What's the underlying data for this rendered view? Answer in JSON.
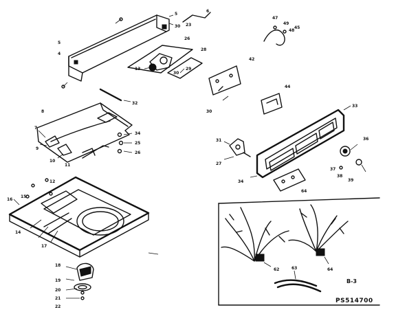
{
  "drawing_number": "PS514700",
  "inset_label": "B-3",
  "callouts": {
    "c5a": "5",
    "c30a": "30",
    "c6": "6",
    "c5b": "5",
    "c4": "4",
    "c23": "23",
    "c26": "26",
    "c28": "28",
    "c13": "13",
    "c29": "29",
    "c30b": "30",
    "c47": "47",
    "c49": "49",
    "c48": "48",
    "c45": "45",
    "c42": "42",
    "c30c": "30",
    "c44": "44",
    "c33": "33",
    "c32": "32",
    "c34a": "34",
    "c25": "25",
    "c26b": "26",
    "c8": "8",
    "c7": "7",
    "c9": "9",
    "c10": "10",
    "c11": "11",
    "c31": "31",
    "c27": "27",
    "c34b": "34",
    "c64": "64",
    "c36": "36",
    "c37": "37",
    "c38": "38",
    "c39": "39",
    "c12": "12",
    "c15": "15",
    "c16": "16",
    "c14": "14",
    "c17": "17",
    "c18": "18",
    "c19": "19",
    "c20": "20",
    "c21": "21",
    "c22": "22",
    "c62": "62",
    "c63": "63",
    "c64b": "64"
  }
}
